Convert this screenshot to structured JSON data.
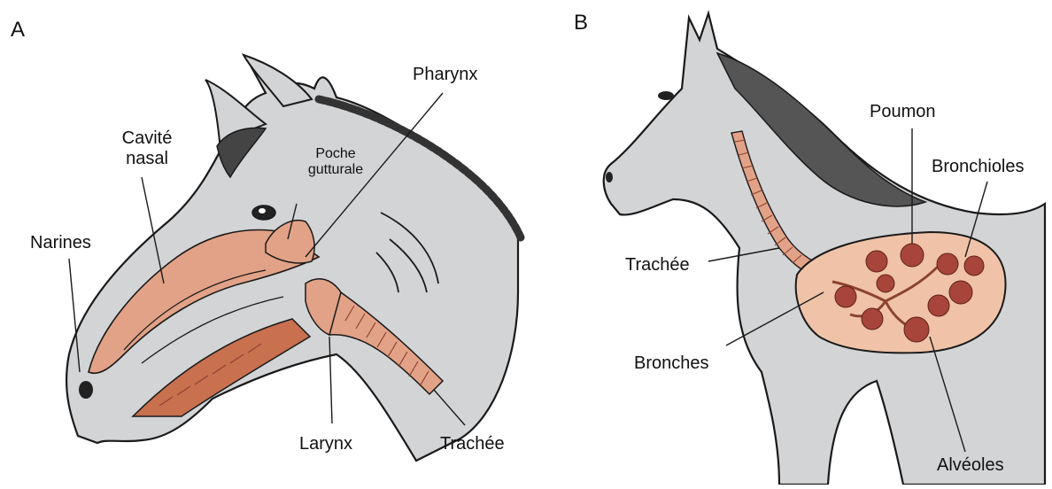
{
  "panels": [
    {
      "letter": "A",
      "labels": {
        "narines": "Narines",
        "cavite_line1": "Cavité",
        "cavite_line2": "nasal",
        "poche_line1": "Poche",
        "poche_line2": "gutturale",
        "pharynx": "Pharynx",
        "larynx": "Larynx",
        "trachee": "Trachée"
      }
    },
    {
      "letter": "B",
      "labels": {
        "poumon": "Poumon",
        "bronchioles": "Bronchioles",
        "trachee": "Trachée",
        "bronches": "Bronches",
        "alveoles": "Alvéoles"
      }
    }
  ],
  "colors": {
    "horse_fill": "#d3d4d6",
    "outline": "#1a1a1a",
    "tissue": "#e2a287",
    "tissue_dark": "#c9704f",
    "alveoli": "#a8453a",
    "lung_fill": "#f0c3a8"
  }
}
